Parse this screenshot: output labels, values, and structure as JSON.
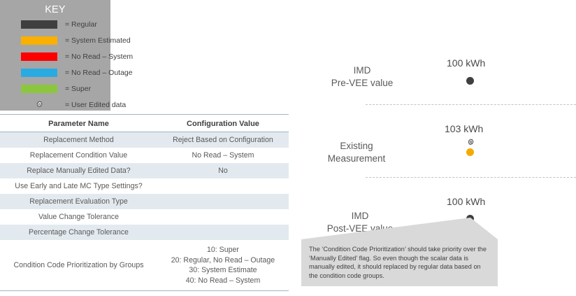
{
  "key": {
    "title": "KEY",
    "items": [
      {
        "icon": "color-swatch",
        "color": "#3f3f3f",
        "label": "= Regular"
      },
      {
        "icon": "color-swatch",
        "color": "#f9b000",
        "label": "= System Estimated"
      },
      {
        "icon": "color-swatch",
        "color": "#fe0000",
        "label": "= No Read – System"
      },
      {
        "icon": "color-swatch",
        "color": "#29abe2",
        "label": "= No Read – Outage"
      },
      {
        "icon": "color-swatch",
        "color": "#8cc63f",
        "label": "= Super"
      },
      {
        "icon": "gear-icon",
        "color": "#ffffff",
        "label": "= User Edited data"
      }
    ]
  },
  "table": {
    "headers": [
      "Parameter Name",
      "Configuration Value"
    ],
    "rows": [
      {
        "name": "Replacement Method",
        "value": "Reject Based on Configuration"
      },
      {
        "name": "Replacement Condition Value",
        "value": "No Read – System"
      },
      {
        "name": "Replace Manually Edited Data?",
        "value": "No"
      },
      {
        "name": "Use Early and Late MC Type Settings?",
        "value": ""
      },
      {
        "name": "Replacement Evaluation Type",
        "value": ""
      },
      {
        "name": "Value Change Tolerance",
        "value": ""
      },
      {
        "name": "Percentage Change Tolerance",
        "value": ""
      },
      {
        "name": "Condition Code Prioritization by Groups",
        "value": "10: Super\n20: Regular, No Read – Outage\n30: System Estimate\n40: No Read – System"
      }
    ]
  },
  "diagram": {
    "panels": [
      {
        "label": "IMD\nPre-VEE value",
        "value": "100 kWh",
        "marker_color": "#3f3f3f",
        "marker_kind": "dot-dark",
        "has_gear": false
      },
      {
        "label": "Existing\nMeasurement",
        "value": "103 kWh",
        "marker_color": "#f4ab00",
        "marker_kind": "dot-amber",
        "has_gear": true
      },
      {
        "label": "IMD\nPost-VEE value",
        "value": "100 kWh",
        "marker_color": "#3f3f3f",
        "marker_kind": "dot-dark",
        "has_gear": false
      }
    ],
    "callout": "The ‘Condition Code Prioritization’ should take priority over the ‘Manually Edited’ flag.  So even though the scalar data is manually edited, it should replaced by regular data based on the condition code groups."
  }
}
